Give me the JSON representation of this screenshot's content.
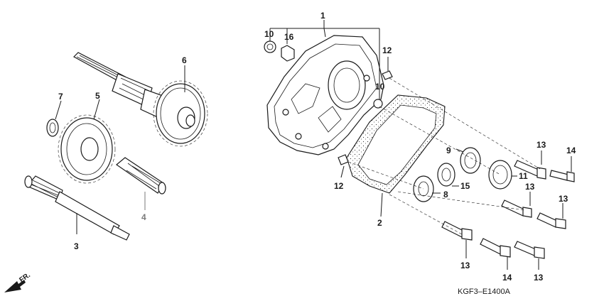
{
  "callouts": {
    "c1": "1",
    "c2": "2",
    "c3": "3",
    "c4": "4",
    "c5": "5",
    "c6": "6",
    "c7": "7",
    "c8": "8",
    "c9": "9",
    "c10a": "10",
    "c10b": "10",
    "c11": "11",
    "c12a": "12",
    "c12b": "12",
    "c13a": "13",
    "c13b": "13",
    "c13c": "13",
    "c13d": "13",
    "c13e": "13",
    "c14a": "14",
    "c14b": "14",
    "c15": "15",
    "c16": "16"
  },
  "diagram_code": "KGF3–E1400A",
  "front_indicator": "FR."
}
